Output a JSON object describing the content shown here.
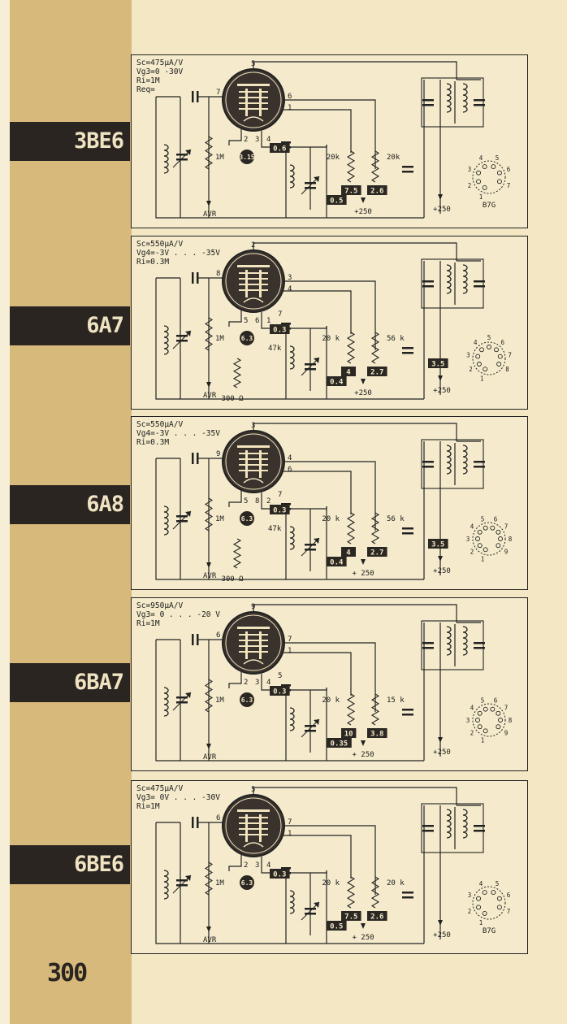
{
  "page_number": "300",
  "sections": [
    {
      "tube": "3BE6",
      "params": [
        "Sc=475µA/V",
        "Vg3=0  -30V",
        "Ri=1M",
        "Req="
      ],
      "pins": [
        "5",
        "7",
        "6",
        "1",
        "2",
        "3",
        "4"
      ],
      "heater": "3.15",
      "boxes": [
        "0.6",
        "0.5",
        "7.5",
        "2.6"
      ],
      "resistors": [
        "1M",
        "20k",
        "20k"
      ],
      "avr": "AVR",
      "supply": [
        "+250",
        "+250"
      ],
      "socket_label": "B7G",
      "socket_pins": [
        "1",
        "2",
        "3",
        "4",
        "5",
        "6",
        "7"
      ]
    },
    {
      "tube": "6A7",
      "params": [
        "Sc=550µA/V",
        "Vg4=-3V . . . -35V",
        "Ri=0.3M"
      ],
      "pins": [
        "2",
        "8",
        "3",
        "4",
        "5",
        "6",
        "1",
        "7"
      ],
      "heater": "6.3",
      "boxes": [
        "0.3",
        "0.4",
        "4",
        "2.7",
        "3.5"
      ],
      "resistors": [
        "1M",
        "47k",
        "20 k",
        "56 k",
        "300 Ω"
      ],
      "avr": "AVR",
      "supply": [
        "+250",
        "+250"
      ],
      "socket_label": "",
      "socket_pins": [
        "1",
        "2",
        "3",
        "4",
        "5",
        "6",
        "7",
        "8"
      ]
    },
    {
      "tube": "6A8",
      "params": [
        "Sc=550µA/V",
        "Vg4=-3V . . . -35V",
        "Ri=0.3M"
      ],
      "pins": [
        "3",
        "9",
        "4",
        "6",
        "5",
        "8",
        "2",
        "7"
      ],
      "heater": "6.3",
      "boxes": [
        "0.3",
        "0.4",
        "4",
        "2.7",
        "3.5"
      ],
      "resistors": [
        "1M",
        "47k",
        "20 k",
        "56 k",
        "300 Ω"
      ],
      "avr": "AVR",
      "supply": [
        "+ 250",
        "+250"
      ],
      "socket_label": "",
      "socket_pins": [
        "1",
        "2",
        "3",
        "4",
        "5",
        "6",
        "7",
        "8",
        "9"
      ]
    },
    {
      "tube": "6BA7",
      "params": [
        "Sc=950µA/V",
        "Vg3= 0 . . . -20 V",
        "Ri=1M"
      ],
      "pins": [
        "9",
        "6",
        "7",
        "1",
        "2",
        "3",
        "4",
        "5"
      ],
      "heater": "6.3",
      "boxes": [
        "0.3",
        "0.35",
        "10",
        "3.8"
      ],
      "resistors": [
        "1M",
        "20 k",
        "15 k"
      ],
      "avr": "AVR",
      "supply": [
        "+ 250",
        "+250"
      ],
      "socket_label": "",
      "socket_pins": [
        "1",
        "2",
        "3",
        "4",
        "5",
        "6",
        "7",
        "8",
        "9"
      ]
    },
    {
      "tube": "6BE6",
      "params": [
        "Sc=475µA/V",
        "Vg3=  0V . . . -30V",
        "Ri=1M"
      ],
      "pins": [
        "5",
        "6",
        "7",
        "1",
        "2",
        "3",
        "4"
      ],
      "heater": "6.3",
      "boxes": [
        "0.3",
        "0.5",
        "7.5",
        "2.6"
      ],
      "resistors": [
        "1M",
        "20 k",
        "20 k"
      ],
      "avr": "AVR",
      "supply": [
        "+ 250",
        "+250"
      ],
      "socket_label": "B7G",
      "socket_pins": [
        "1",
        "2",
        "3",
        "4",
        "5",
        "6",
        "7"
      ]
    }
  ],
  "colors": {
    "paper": "#f3e7c4",
    "band": "#d8b97c",
    "ink": "#2a2521"
  }
}
